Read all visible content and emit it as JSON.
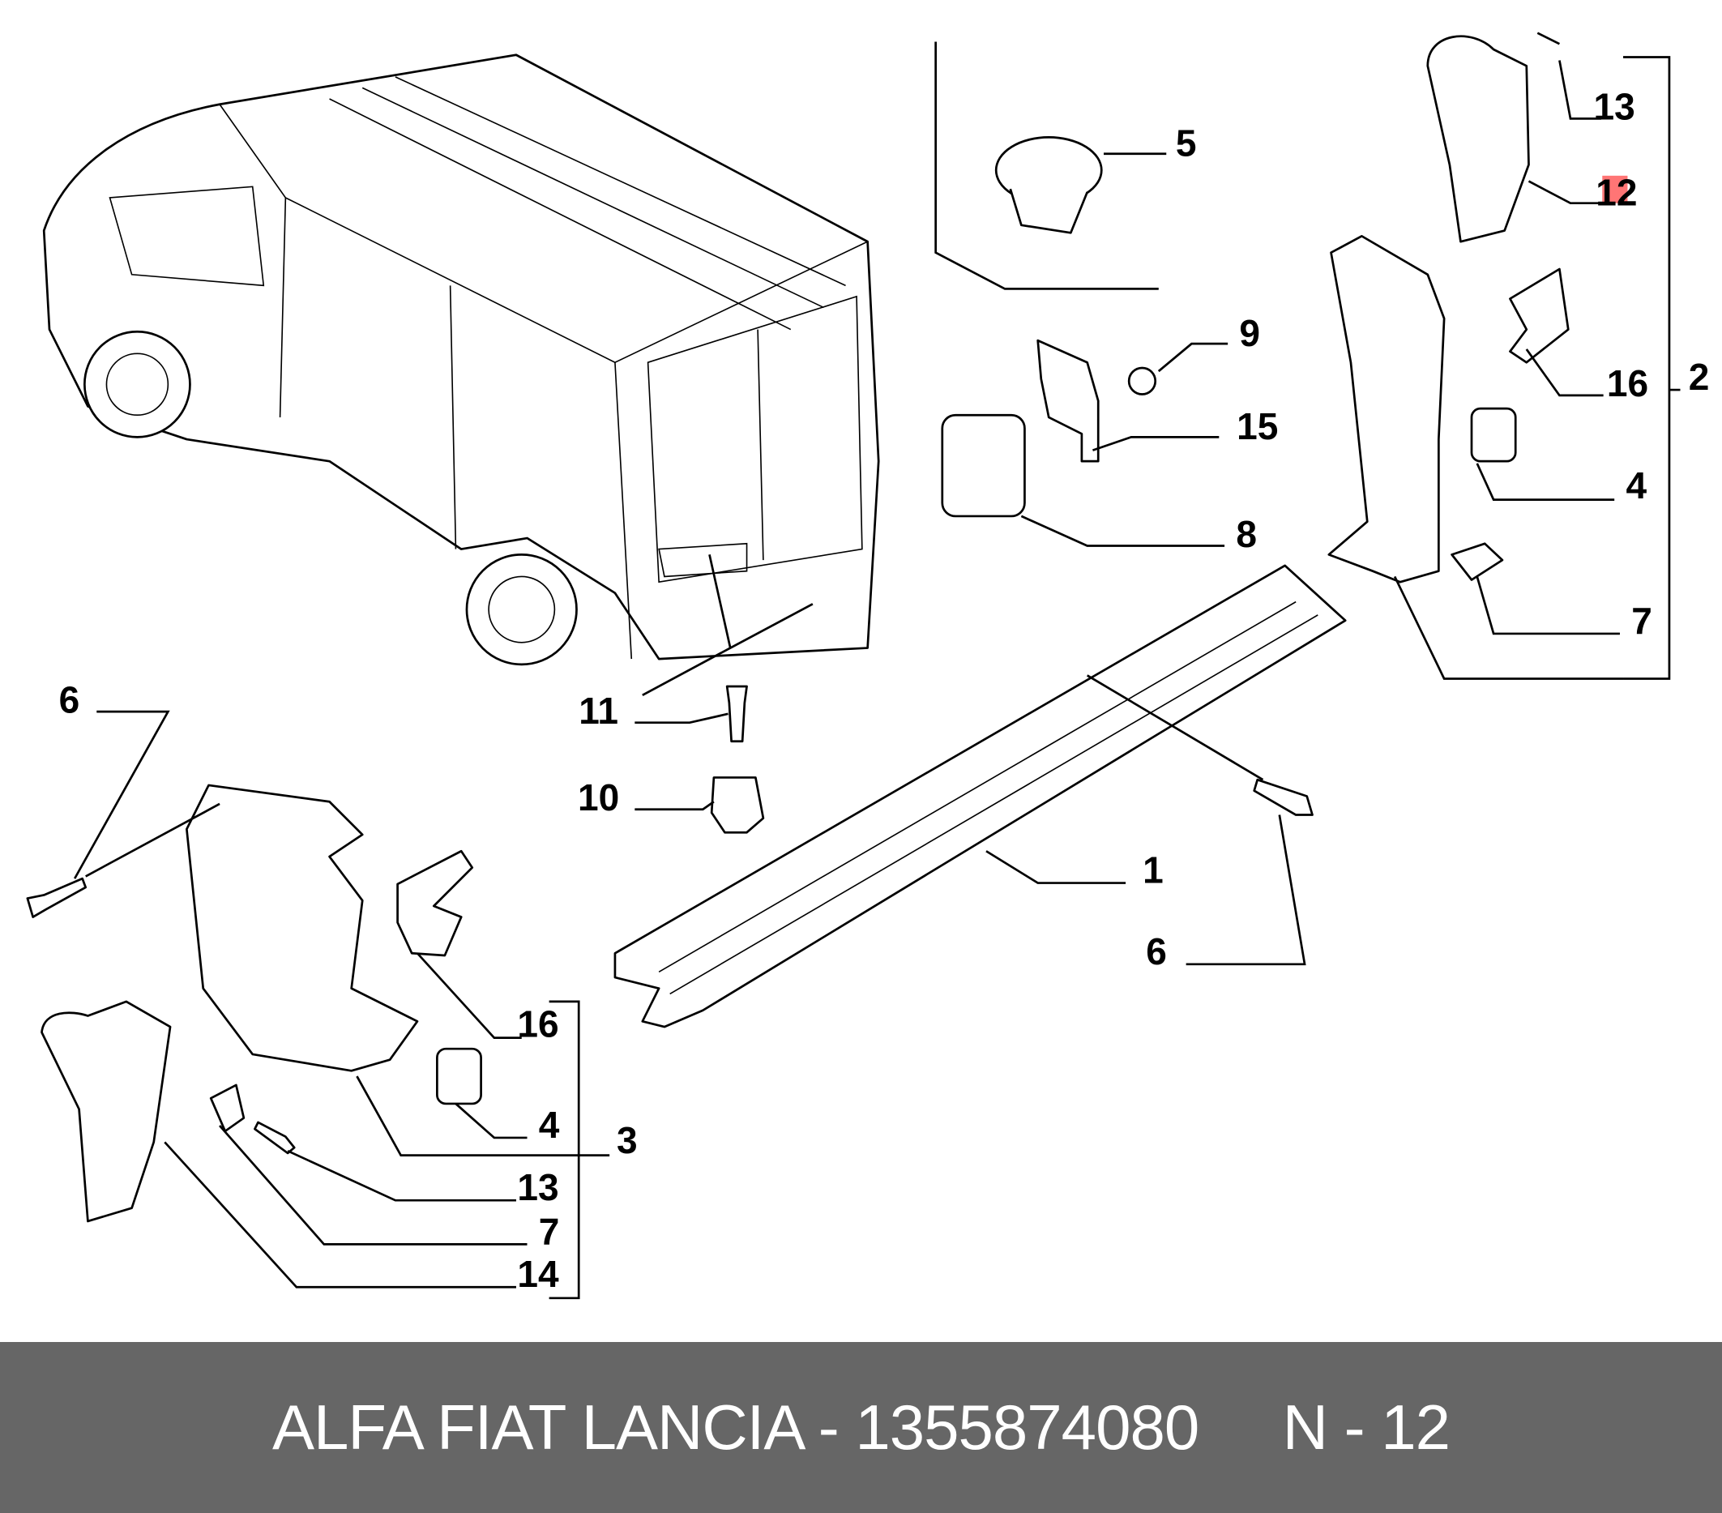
{
  "callouts": {
    "c1": "1",
    "c2": "2",
    "c3": "3",
    "c4a": "4",
    "c4b": "4",
    "c5": "5",
    "c6a": "6",
    "c6b": "6",
    "c7a": "7",
    "c7b": "7",
    "c8": "8",
    "c9": "9",
    "c10": "10",
    "c11": "11",
    "c12": "12",
    "c13a": "13",
    "c13b": "13",
    "c14": "14",
    "c15": "15",
    "c16a": "16",
    "c16b": "16"
  },
  "highlight_color": "#ff6666",
  "footer": {
    "brand": "ALFA FIAT LANCIA",
    "separator": " - ",
    "part_number": "1355874080",
    "position_label": "N - 12"
  }
}
